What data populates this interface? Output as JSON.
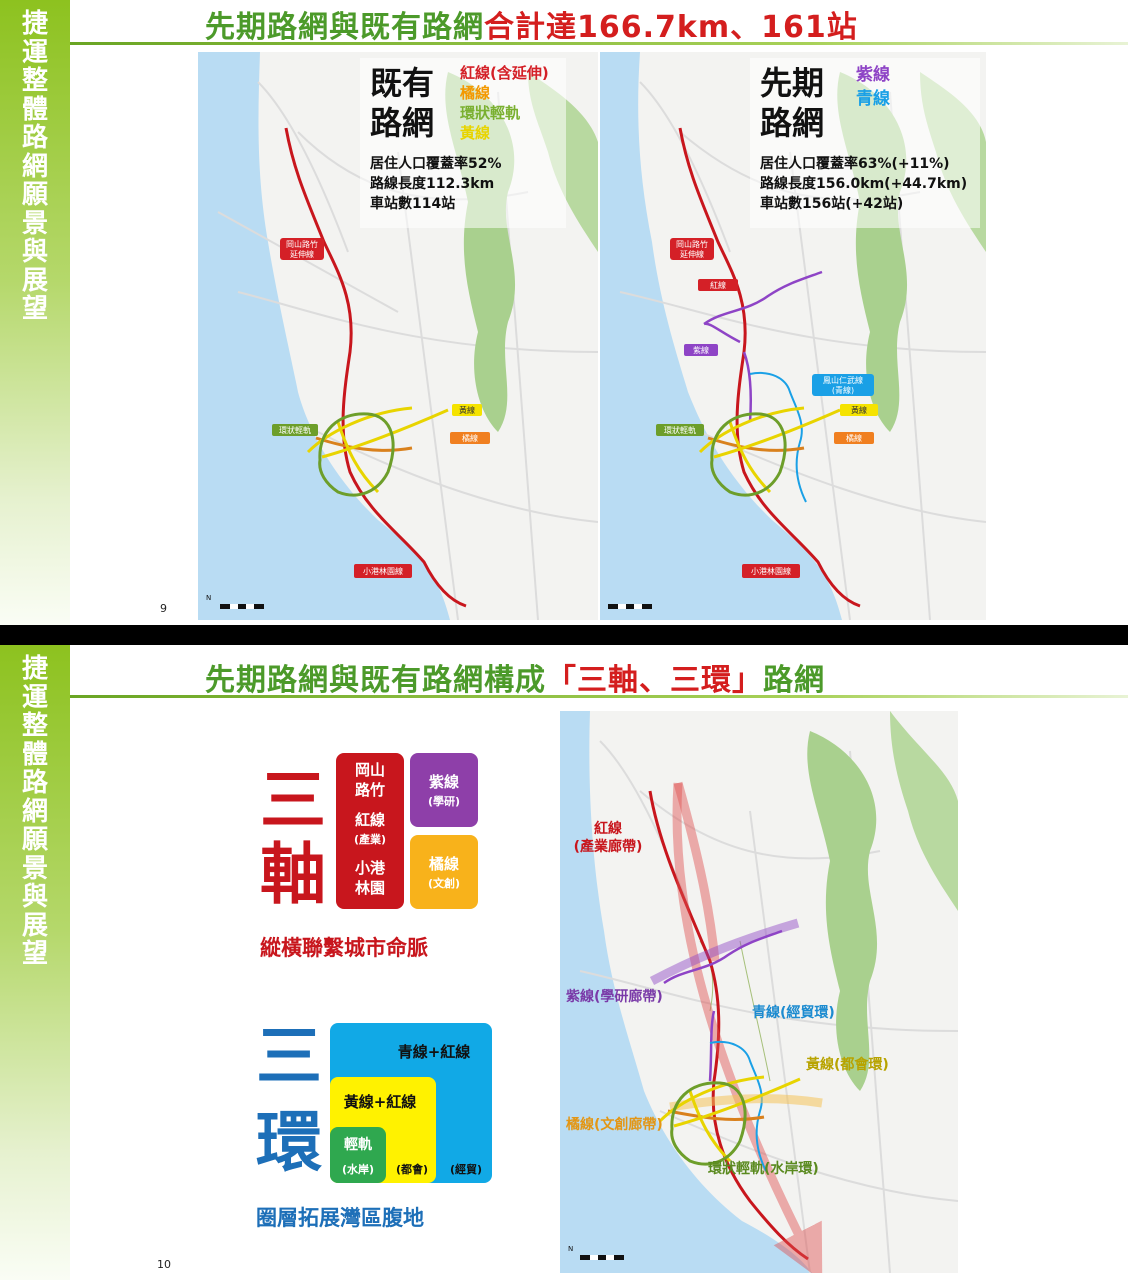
{
  "slide1": {
    "title_part1": "先期路網與既有路網",
    "title_part2": "合計達166.7km、161站",
    "page_number": "9",
    "left_map": {
      "heading_line1": "既有",
      "heading_line2": "路網",
      "legend": [
        {
          "text": "紅線(含延伸)",
          "color": "#d42027"
        },
        {
          "text": "橘線",
          "color": "#f39800"
        },
        {
          "text": "環狀輕軌",
          "color": "#7ab030"
        },
        {
          "text": "黃線",
          "color": "#e8d400"
        }
      ],
      "stats": [
        "居住人口覆蓋率52%",
        "路線長度112.3km",
        "車站數114站"
      ],
      "tags": {
        "gangshan_line1": "岡山路竹",
        "gangshan_line2": "延伸線",
        "light_rail": "環狀輕軌",
        "yellow": "黃線",
        "orange": "橘線",
        "xiaogang": "小港林園線"
      }
    },
    "right_map": {
      "heading_line1": "先期",
      "heading_line2": "路網",
      "legend": [
        {
          "text": "紫線",
          "color": "#8e44c6"
        },
        {
          "text": "青線",
          "color": "#1aa0e6"
        }
      ],
      "stats": [
        "居住人口覆蓋率63%(+11%)",
        "路線長度156.0km(+44.7km)",
        "車站數156站(+42站)"
      ],
      "tags": {
        "gangshan_line1": "岡山路竹",
        "gangshan_line2": "延伸線",
        "red": "紅線",
        "purple": "紫線",
        "cyan_line1": "鳳山仁武線",
        "cyan_line2": "(青線)",
        "yellow": "黃線",
        "orange": "橘線",
        "light_rail": "環狀輕軌",
        "xiaogang": "小港林園線"
      }
    }
  },
  "slide2": {
    "title_part1": "先期路網與既有路網構成",
    "title_part2": "「三軸、三環」",
    "title_part3": "路網",
    "page_number": "10",
    "axes": {
      "big_char1": "三",
      "big_char2": "軸",
      "red_box": {
        "l1": "岡山",
        "l2": "路竹",
        "l3": "紅線",
        "l4": "(產業)",
        "l5": "小港",
        "l6": "林園"
      },
      "purple_box": {
        "l1": "紫線",
        "l2": "(學研)"
      },
      "orange_box": {
        "l1": "橘線",
        "l2": "(文創)"
      },
      "caption": "縱橫聯繫城市命脈"
    },
    "rings": {
      "big_char1": "三",
      "big_char2": "環",
      "blue_box": {
        "l1": "青線+紅線",
        "l2": "(經貿)"
      },
      "yellow_box": {
        "l1": "黃線+紅線",
        "l2": "(都會)"
      },
      "green_box": {
        "l1": "輕軌",
        "l2": "(水岸)"
      },
      "caption": "圈層拓展灣區腹地"
    },
    "map_labels": {
      "red_l1": "紅線",
      "red_l2": "(產業廊帶)",
      "purple": "紫線(學研廊帶)",
      "cyan": "青線(經貿環)",
      "yellow": "黃線(都會環)",
      "orange": "橘線(文創廊帶)",
      "lightrail": "環狀輕軌(水岸環)"
    }
  },
  "colors": {
    "title_green": "#4c9a2a",
    "accent_red": "#d41e1e",
    "red_line": "#c8161d",
    "orange_line": "#f39800",
    "yellow_line": "#e8d400",
    "lightrail_green": "#6d9e2a",
    "purple_line": "#8e44c6",
    "cyan_line": "#1aa0e6",
    "sea": "#b9dcf3",
    "land": "#f4f4f2",
    "mountain": "#a9d08e"
  }
}
